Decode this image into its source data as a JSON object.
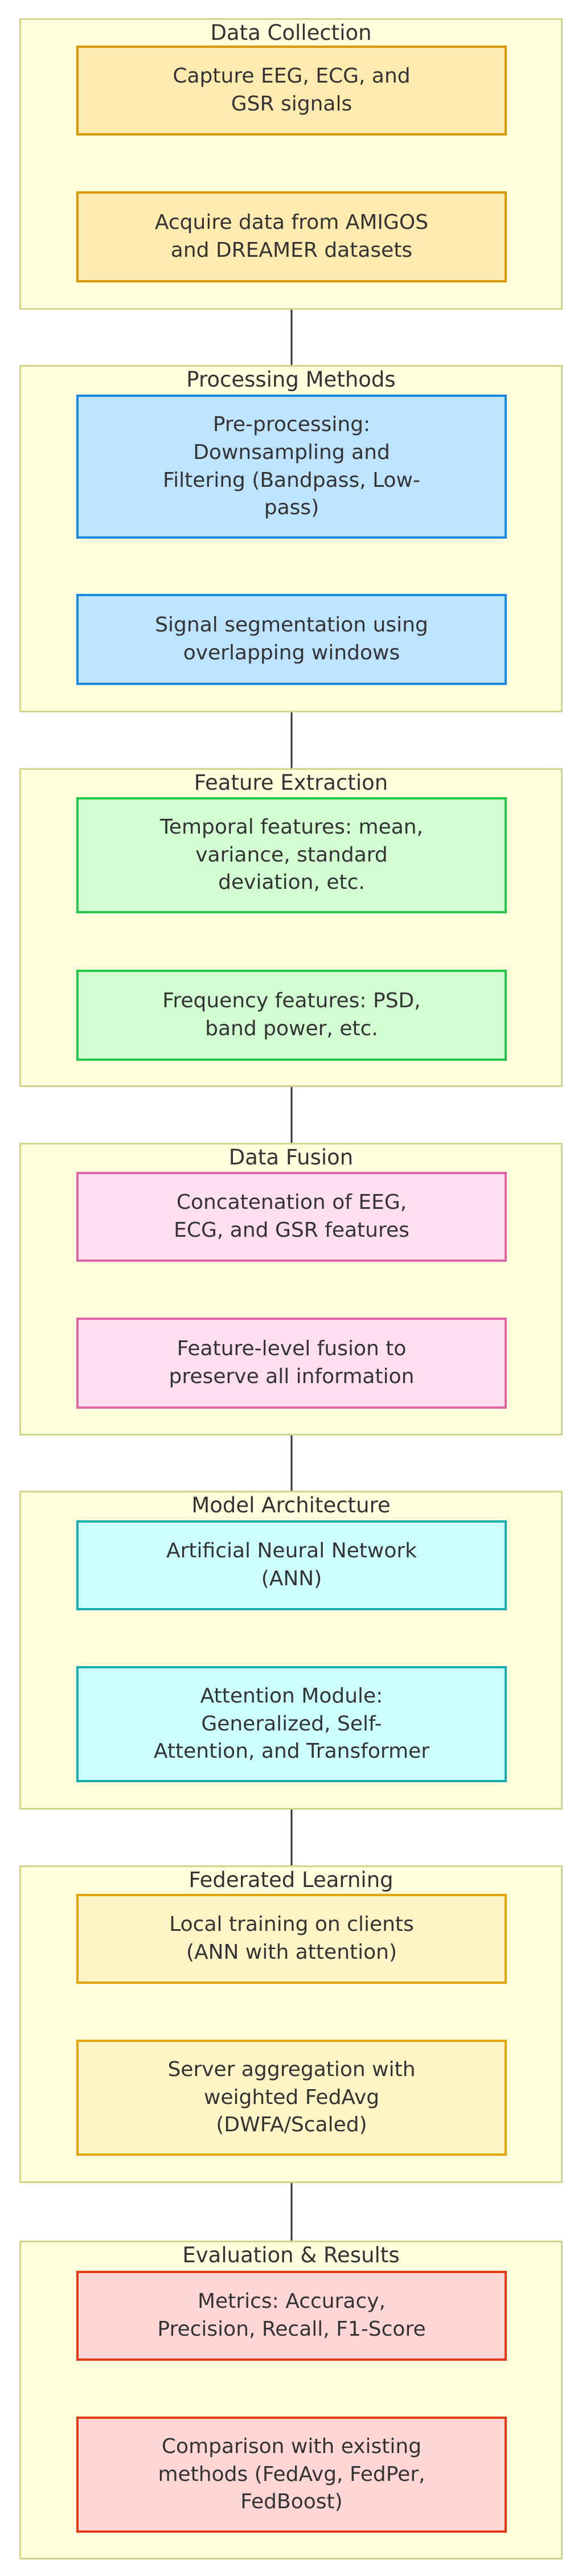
{
  "groups": [
    {
      "title": "Data Collection",
      "nodes": [
        "Capture EEG, ECG, and\nGSR signals",
        "Acquire data from AMIGOS\nand DREAMER datasets"
      ]
    },
    {
      "title": "Processing Methods",
      "nodes": [
        "Pre-processing:\nDownsampling and\nFiltering (Bandpass, Low-\npass)",
        "Signal segmentation using\noverlapping windows"
      ]
    },
    {
      "title": "Feature Extraction",
      "nodes": [
        "Temporal features: mean,\nvariance, standard\ndeviation, etc.",
        "Frequency features: PSD,\nband power, etc."
      ]
    },
    {
      "title": "Data Fusion",
      "nodes": [
        "Concatenation of EEG,\nECG, and GSR features",
        "Feature-level fusion to\npreserve all information"
      ]
    },
    {
      "title": "Model Architecture",
      "nodes": [
        "Artificial Neural Network\n(ANN)",
        "Attention Module:\nGeneralized, Self-\nAttention, and Transformer"
      ]
    },
    {
      "title": "Federated Learning",
      "nodes": [
        "Local training on clients\n(ANN with attention)",
        "Server aggregation with\nweighted FedAvg\n(DWFA/Scaled)"
      ]
    },
    {
      "title": "Evaluation & Results",
      "nodes": [
        "Metrics: Accuracy,\nPrecision, Recall, F1-Score",
        "Comparison with existing\nmethods (FedAvg, FedPer,\nFedBoost)"
      ]
    }
  ],
  "colors": {
    "group_fill": "#ffffde",
    "group_border": "#d4d48a",
    "edge": "#333333",
    "node_fills": [
      "#ffeaaf",
      "#bde3ff",
      "#d2fdd2",
      "#ffdfef",
      "#ccffff",
      "#fff4c6",
      "#ffd6d6"
    ],
    "node_borders": [
      "#d69a00",
      "#1a8ae0",
      "#25c94a",
      "#e066a6",
      "#1aadae",
      "#e0a500",
      "#e63a1a"
    ]
  }
}
